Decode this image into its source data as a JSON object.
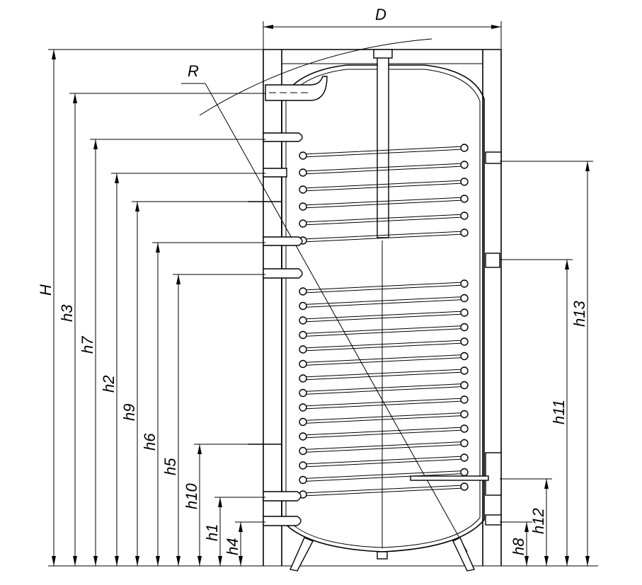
{
  "labels": {
    "D": "D",
    "R": "R",
    "H": "H",
    "h1": "h1",
    "h2": "h2",
    "h3": "h3",
    "h4": "h4",
    "h5": "h5",
    "h6": "h6",
    "h7": "h7",
    "h8": "h8",
    "h9": "h9",
    "h10": "h10",
    "h11": "h11",
    "h12": "h12",
    "h13": "h13"
  },
  "colors": {
    "ink": "#000000",
    "background": "#ffffff"
  }
}
